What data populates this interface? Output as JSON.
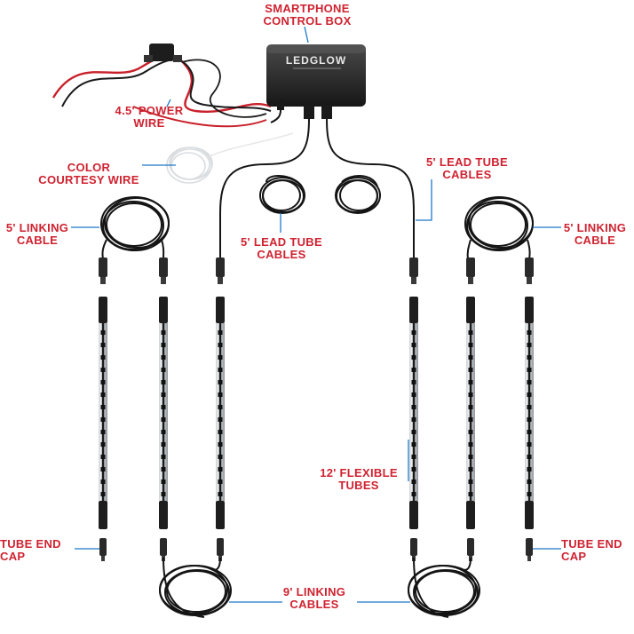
{
  "colors": {
    "label": "#cf2230",
    "leader": "#1f78c8",
    "cable": "#141414",
    "plug": "#2a2a2a",
    "bg": "#ffffff"
  },
  "labels": {
    "control_box": {
      "line1": "SMARTPHONE",
      "line2": "CONTROL BOX"
    },
    "power_wire": {
      "line1": "4.5' POWER",
      "line2": "WIRE"
    },
    "courtesy_wire": {
      "line1": "COLOR",
      "line2": "COURTESY WIRE"
    },
    "linking_left": {
      "line1": "5' LINKING",
      "line2": "CABLE"
    },
    "linking_right": {
      "line1": "5' LINKING",
      "line2": "CABLE"
    },
    "lead_left": {
      "line1": "5' LEAD TUBE",
      "line2": "CABLES"
    },
    "lead_right": {
      "line1": "5' LEAD TUBE",
      "line2": "CABLES"
    },
    "flexible_tubes": {
      "line1": "12' FLEXIBLE",
      "line2": "TUBES"
    },
    "endcap_left": {
      "line1": "TUBE END",
      "line2": "CAP"
    },
    "endcap_right": {
      "line1": "TUBE END",
      "line2": "CAP"
    },
    "linking_9": {
      "line1": "9' LINKING",
      "line2": "CABLES"
    }
  },
  "logo_text": "LEDGLOW"
}
